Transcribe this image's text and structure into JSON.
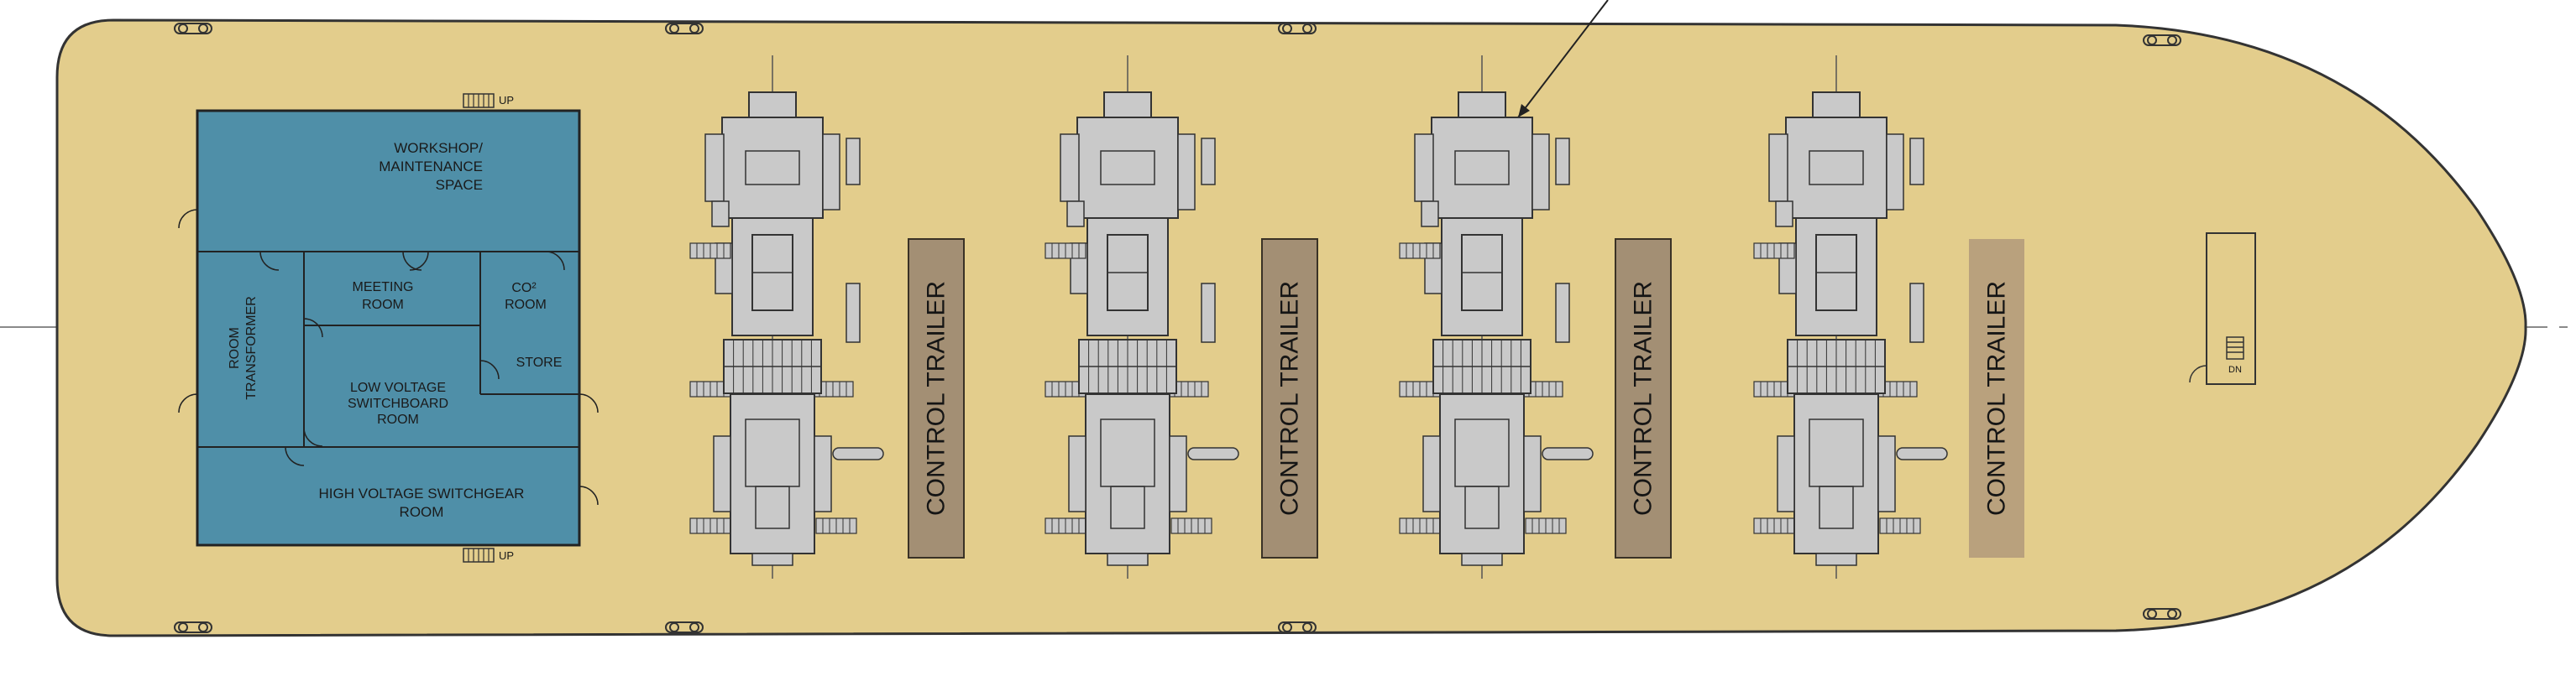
{
  "colors": {
    "deck": "#e3cd8c",
    "rooms": "#4f8fa8",
    "trailer": "#a38f74",
    "trailer_faded": "#b9a17d",
    "machinery": "#c9c9c9",
    "outline": "#333333"
  },
  "rooms": {
    "workshop_1": "WORKSHOP/",
    "workshop_2": "MAINTENANCE",
    "workshop_3": "SPACE",
    "transformer_1": "ROOM",
    "transformer_2": "TRANSFORMER",
    "meeting_1": "MEETING",
    "meeting_2": "ROOM",
    "co2_1": "CO²",
    "co2_2": "ROOM",
    "store": "STORE",
    "lv_1": "LOW VOLTAGE",
    "lv_2": "SWITCHBOARD",
    "lv_3": "ROOM",
    "hv_1": "HIGH VOLTAGE SWITCHGEAR",
    "hv_2": "ROOM"
  },
  "stairs": {
    "up_top": "UP",
    "up_bottom": "UP",
    "down": "DN"
  },
  "trailers": [
    {
      "label": "CONTROL TRAILER"
    },
    {
      "label": "CONTROL TRAILER"
    },
    {
      "label": "CONTROL TRAILER"
    },
    {
      "label": "CONTROL TRAILER"
    }
  ],
  "units_count": 4
}
